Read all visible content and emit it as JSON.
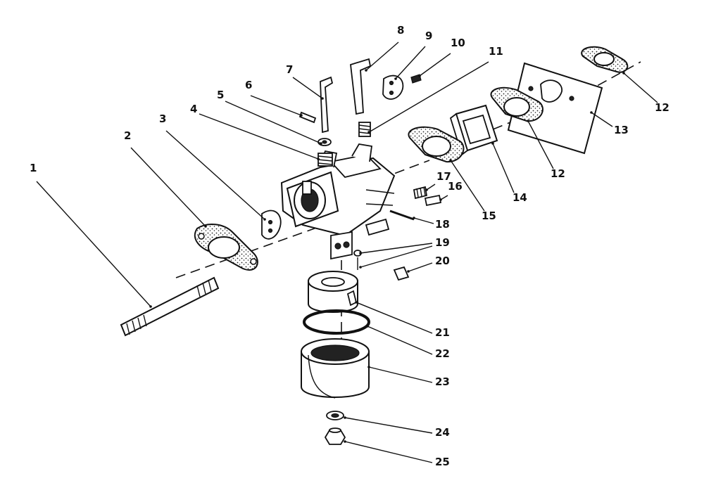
{
  "diagram": {
    "callouts": [
      {
        "id": "c1",
        "number": "1",
        "part": "stud"
      },
      {
        "id": "c2",
        "number": "2",
        "part": "gasket"
      },
      {
        "id": "c3",
        "number": "3",
        "part": "throttle-plate"
      },
      {
        "id": "c4",
        "number": "4",
        "part": "spring"
      },
      {
        "id": "c5",
        "number": "5",
        "part": "seal"
      },
      {
        "id": "c6",
        "number": "6",
        "part": "screw"
      },
      {
        "id": "c7",
        "number": "7",
        "part": "throttle-shaft"
      },
      {
        "id": "c8",
        "number": "8",
        "part": "choke-shaft"
      },
      {
        "id": "c9",
        "number": "9",
        "part": "choke-plate"
      },
      {
        "id": "c10",
        "number": "10",
        "part": "screw"
      },
      {
        "id": "c11",
        "number": "11",
        "part": "spring"
      },
      {
        "id": "c12a",
        "number": "12",
        "part": "gasket"
      },
      {
        "id": "c13",
        "number": "13",
        "part": "plate"
      },
      {
        "id": "c12b",
        "number": "12",
        "part": "gasket"
      },
      {
        "id": "c14",
        "number": "14",
        "part": "spacer"
      },
      {
        "id": "c15",
        "number": "15",
        "part": "gasket"
      },
      {
        "id": "c16",
        "number": "16",
        "part": "screw"
      },
      {
        "id": "c17",
        "number": "17",
        "part": "spring"
      },
      {
        "id": "c18",
        "number": "18",
        "part": "pin"
      },
      {
        "id": "c19",
        "number": "19",
        "part": "needle-and-seat"
      },
      {
        "id": "c20",
        "number": "20",
        "part": "screw"
      },
      {
        "id": "c21",
        "number": "21",
        "part": "float"
      },
      {
        "id": "c22",
        "number": "22",
        "part": "gasket"
      },
      {
        "id": "c23",
        "number": "23",
        "part": "float-bowl"
      },
      {
        "id": "c24",
        "number": "24",
        "part": "washer"
      },
      {
        "id": "c25",
        "number": "25",
        "part": "nut"
      }
    ]
  }
}
